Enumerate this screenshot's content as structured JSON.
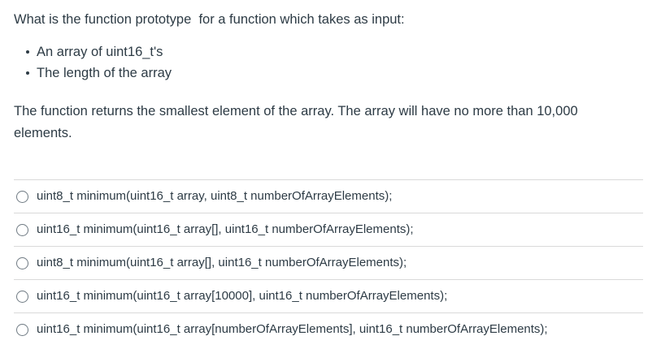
{
  "question": {
    "title": "What is the function prototype  for a function which takes as input:",
    "bullets": [
      {
        "text": "An array of uint16_t's"
      },
      {
        "text": "The length of the array"
      }
    ],
    "description": "The function returns the smallest element of the array. The array will have no more than 10,000 elements."
  },
  "options": [
    {
      "label": "uint8_t minimum(uint16_t array, uint8_t numberOfArrayElements);",
      "selected": false
    },
    {
      "label": "uint16_t minimum(uint16_t array[], uint16_t numberOfArrayElements);",
      "selected": false
    },
    {
      "label": "uint8_t minimum(uint16_t array[], uint16_t numberOfArrayElements);",
      "selected": false
    },
    {
      "label": "uint16_t minimum(uint16_t array[10000], uint16_t numberOfArrayElements);",
      "selected": false
    },
    {
      "label": "uint16_t minimum(uint16_t array[numberOfArrayElements], uint16_t numberOfArrayElements);",
      "selected": false
    }
  ],
  "colors": {
    "text": "#2d3b45",
    "separator": "#d9d9d9",
    "radio_border": "#6f7a83",
    "background": "#ffffff"
  }
}
